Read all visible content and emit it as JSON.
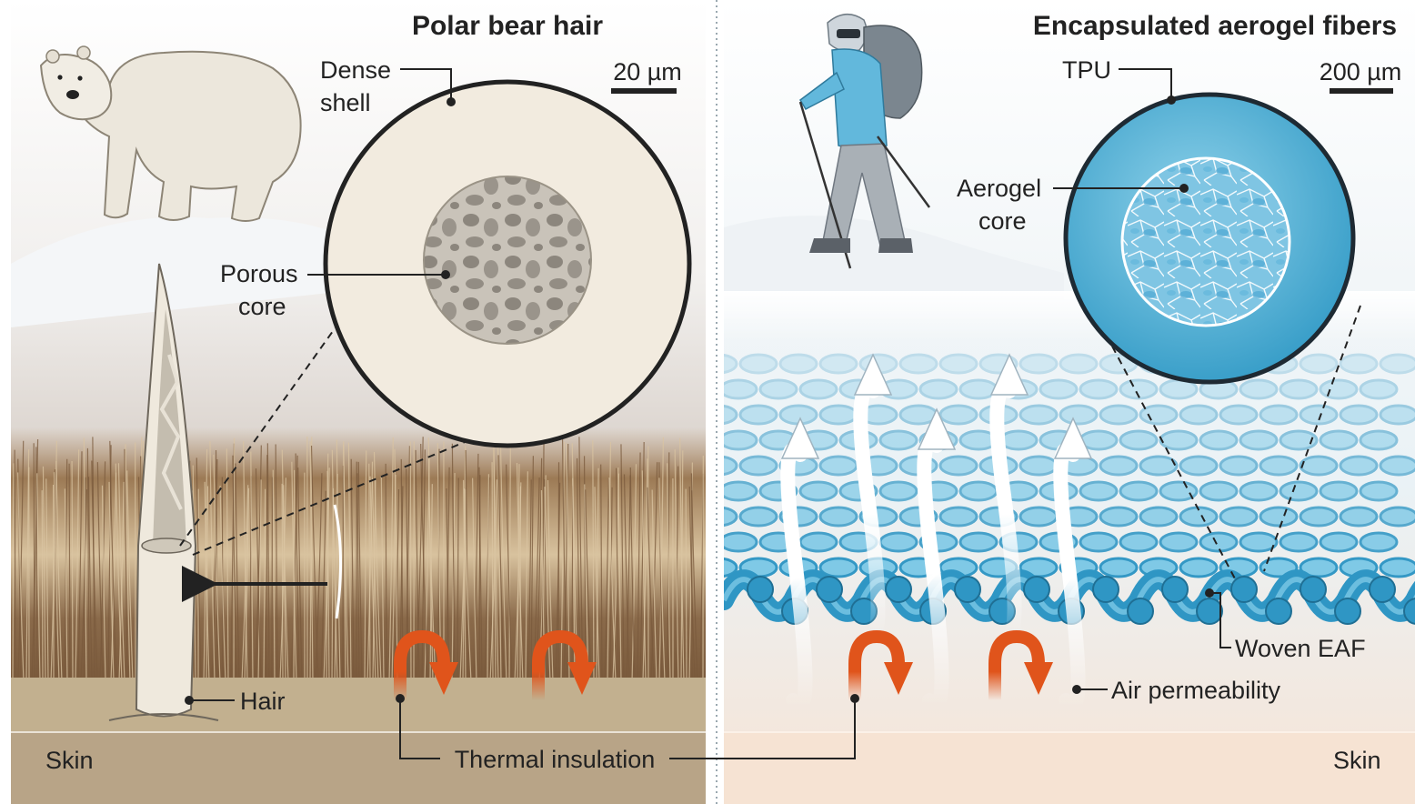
{
  "left_panel": {
    "title": "Polar bear hair",
    "scale_bar": "20 µm",
    "labels": {
      "dense_shell": [
        "Dense",
        "shell"
      ],
      "porous_core": [
        "Porous",
        "core"
      ],
      "hair": "Hair",
      "skin": "Skin"
    }
  },
  "right_panel": {
    "title": "Encapsulated aerogel fibers",
    "scale_bar": "200 µm",
    "labels": {
      "tpu": "TPU",
      "aerogel_core": [
        "Aerogel",
        "core"
      ],
      "woven_eaf": "Woven EAF",
      "air_permeability": "Air permeability",
      "skin": "Skin"
    }
  },
  "shared": {
    "thermal_insulation": "Thermal insulation"
  },
  "colors": {
    "fur_dark": "#7a5a3c",
    "fur_light": "#d9c4a2",
    "skin_left": "#c9b89c",
    "skin_right": "#f3dcc8",
    "fiber_blue": "#2f96c4",
    "fiber_light": "#7cc8e6",
    "arrow_orange": "#e0541b",
    "shell_cream": "#f2ebdf"
  },
  "icons": [
    "polar-bear-icon",
    "hiker-icon",
    "heat-arrow-icon",
    "airflow-arrow-icon"
  ]
}
